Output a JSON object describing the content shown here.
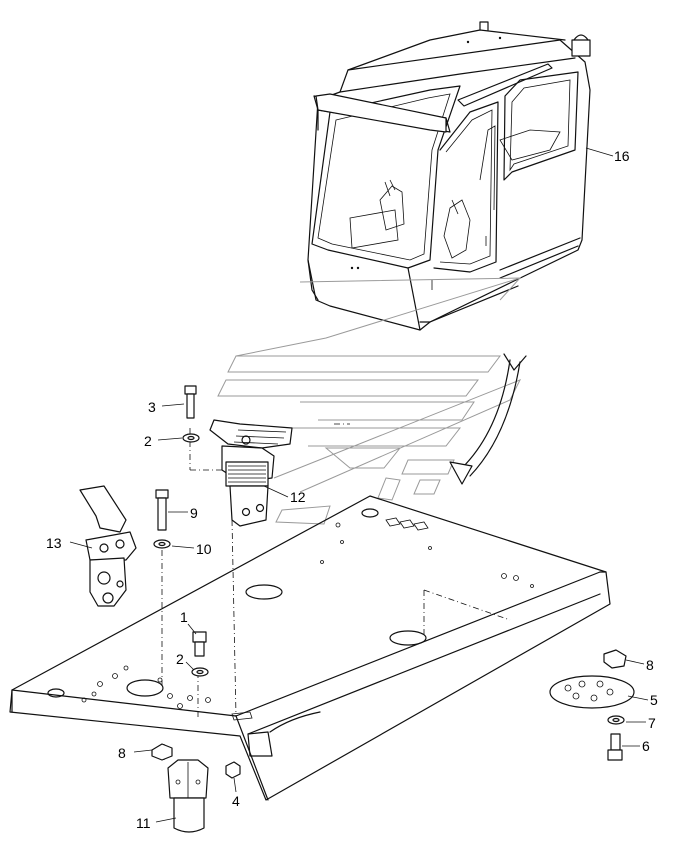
{
  "callouts": [
    {
      "id": "16",
      "label": "16"
    },
    {
      "id": "3",
      "label": "3"
    },
    {
      "id": "2a",
      "label": "2"
    },
    {
      "id": "12",
      "label": "12"
    },
    {
      "id": "9",
      "label": "9"
    },
    {
      "id": "13",
      "label": "13"
    },
    {
      "id": "10",
      "label": "10"
    },
    {
      "id": "1",
      "label": "1"
    },
    {
      "id": "2b",
      "label": "2"
    },
    {
      "id": "8a",
      "label": "8"
    },
    {
      "id": "5",
      "label": "5"
    },
    {
      "id": "7",
      "label": "7"
    },
    {
      "id": "6",
      "label": "6"
    },
    {
      "id": "8b",
      "label": "8"
    },
    {
      "id": "4",
      "label": "4"
    },
    {
      "id": "11",
      "label": "11"
    }
  ]
}
